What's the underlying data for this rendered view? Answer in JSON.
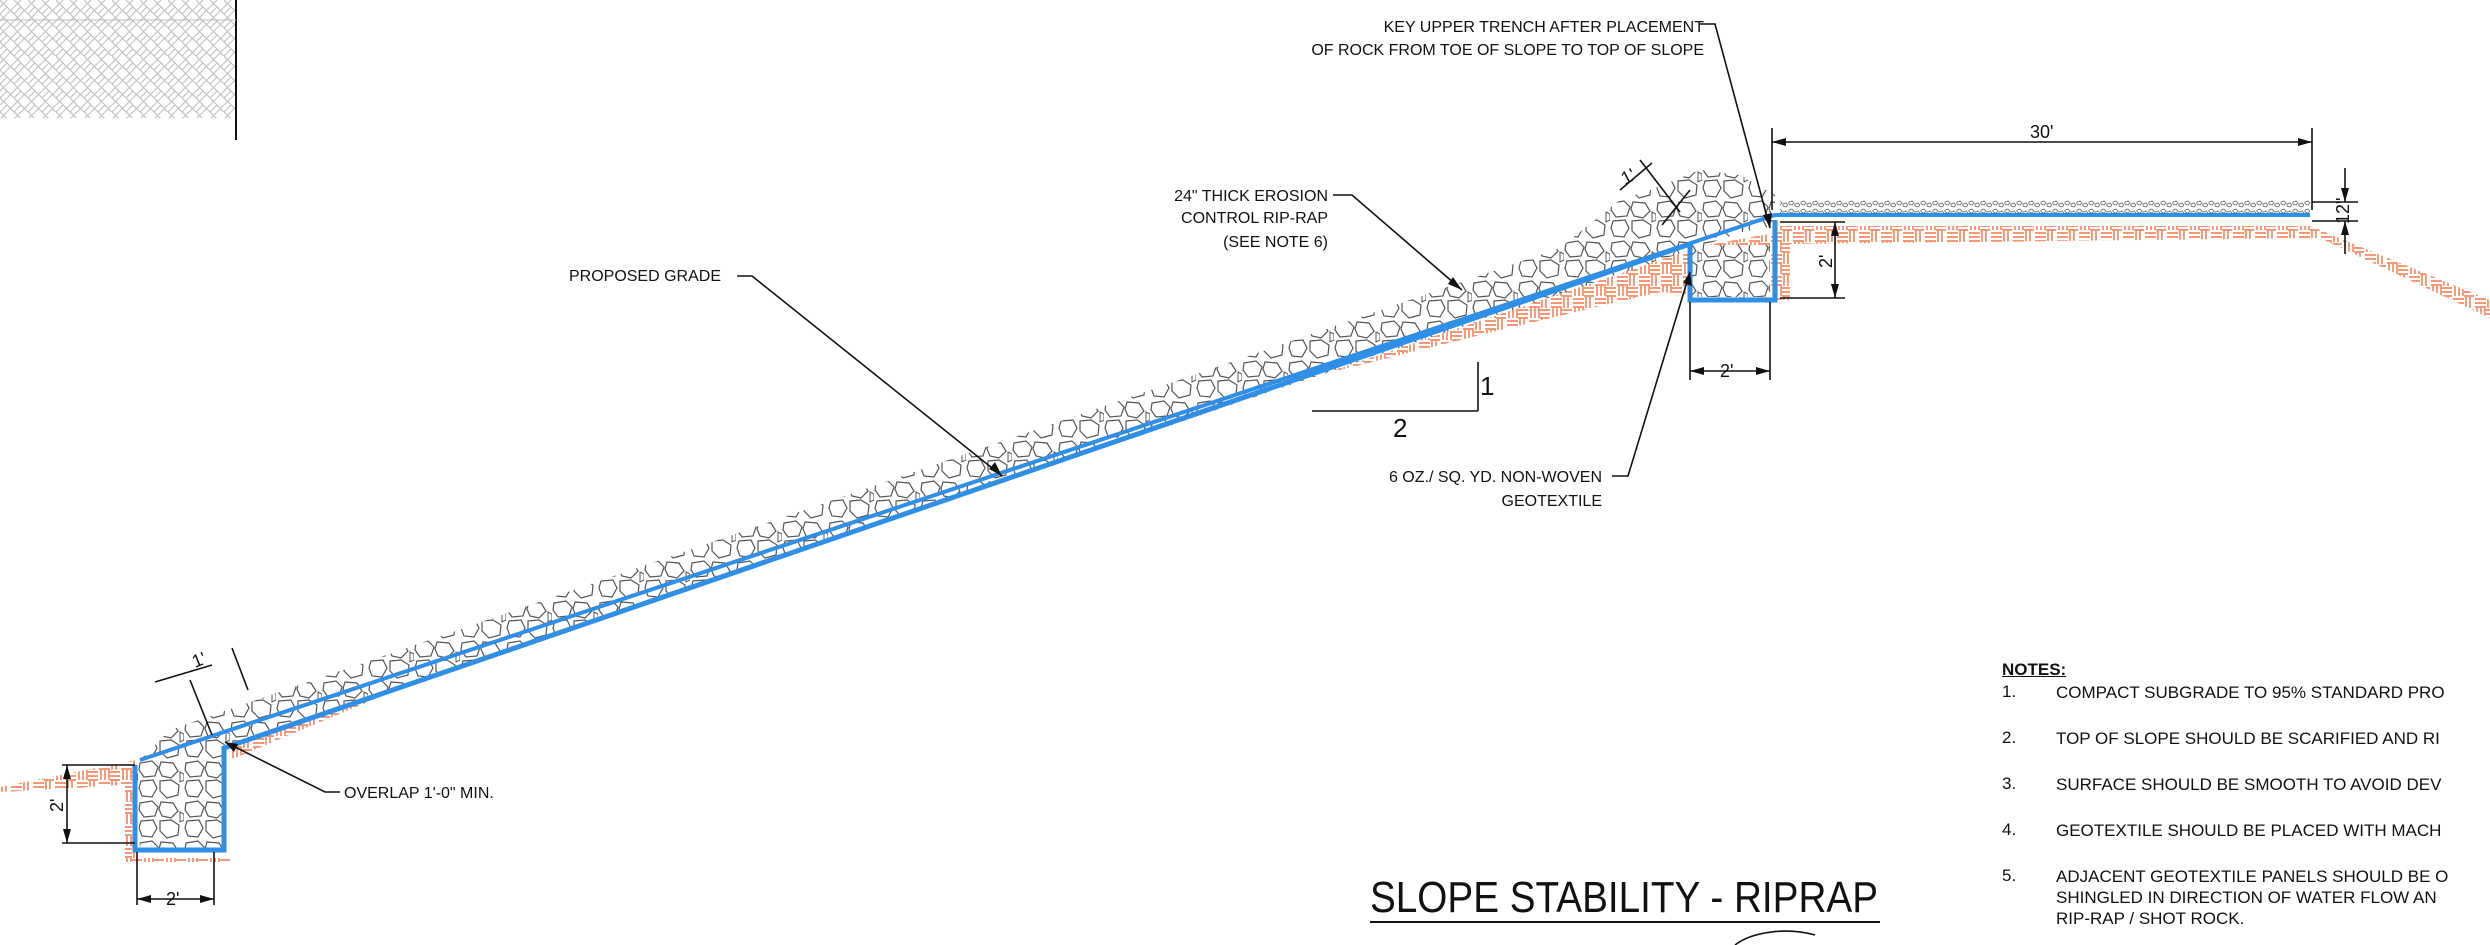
{
  "diagram": {
    "title": "SLOPE STABILITY - RIPRAP",
    "labels": {
      "key_trench_line1": "KEY UPPER TRENCH AFTER PLACEMENT",
      "key_trench_line2": "OF ROCK FROM TOE OF SLOPE TO TOP OF SLOPE",
      "riprap_line1": "24\" THICK EROSION",
      "riprap_line2": "CONTROL RIP-RAP",
      "riprap_line3": "(SEE NOTE 6)",
      "proposed_grade": "PROPOSED GRADE",
      "geotextile_line1": "6 OZ./ SQ. YD. NON-WOVEN",
      "geotextile_line2": "GEOTEXTILE",
      "overlap": "OVERLAP 1'-0\" MIN."
    },
    "dimensions": {
      "top_width": "30'",
      "top_thickness": "12\"",
      "upper_trench_depth": "2'",
      "upper_trench_width": "2'",
      "upper_thickness": "1'",
      "lower_thickness": "1'",
      "lower_trench_depth": "2'",
      "lower_trench_width": "2'"
    },
    "slope_ratio": {
      "rise": "1",
      "run": "2"
    },
    "colors": {
      "line": "#111111",
      "geotextile": "#2f8fe6",
      "soil_hatch": "#ee5a24",
      "rock": "#555555",
      "hatch": "#b5b5b5"
    }
  },
  "notes": {
    "heading": "NOTES:",
    "items": [
      {
        "num": "1.",
        "text": "COMPACT SUBGRADE TO 95% STANDARD PRO"
      },
      {
        "num": "2.",
        "text": "TOP OF SLOPE SHOULD BE SCARIFIED AND RI"
      },
      {
        "num": "3.",
        "text": "SURFACE SHOULD BE SMOOTH TO AVOID DEV"
      },
      {
        "num": "4.",
        "text": "GEOTEXTILE SHOULD BE PLACED WITH MACH"
      },
      {
        "num": "5.",
        "text": "ADJACENT GEOTEXTILE PANELS SHOULD BE O",
        "text2": "SHINGLED IN DIRECTION OF WATER FLOW AN",
        "text3": "RIP-RAP / SHOT ROCK."
      }
    ]
  }
}
